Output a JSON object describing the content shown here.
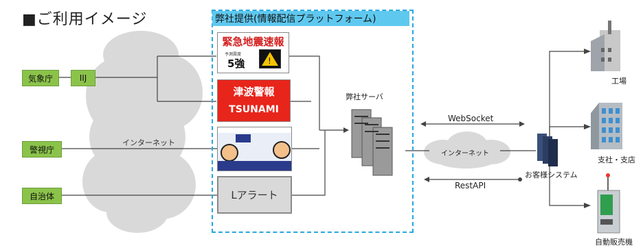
{
  "header": {
    "title": "■ご利用イメージ"
  },
  "platform": {
    "title": "弊社提供(情報配信プラットフォーム)"
  },
  "sources": {
    "kishocho": "気象庁",
    "iij": "IIJ",
    "keishicho": "警視庁",
    "jichitai": "自治体"
  },
  "cloud_left": {
    "label": "インターネット"
  },
  "cards": {
    "eew": {
      "title": "緊急地震速報",
      "intensity_label": "予測震度",
      "intensity": "5強"
    },
    "tsunami": {
      "title": "津波警報",
      "subtitle": "TSUNAMI"
    },
    "lalert": {
      "label": "Lアラート"
    }
  },
  "server": {
    "label": "弊社サーバ"
  },
  "cloud_right": {
    "label": "インターネット"
  },
  "links": {
    "websocket": "WebSocket",
    "restapi": "RestAPI"
  },
  "customer": {
    "label": "お客様システム"
  },
  "targets": {
    "factory": "工場",
    "branch": "支社・支店",
    "vending": "自動販売機"
  },
  "colors": {
    "green": "#8bc34a",
    "accent_blue": "#29a7df",
    "tsunami_red": "#e8251b",
    "eew_red": "#d41f1f"
  }
}
